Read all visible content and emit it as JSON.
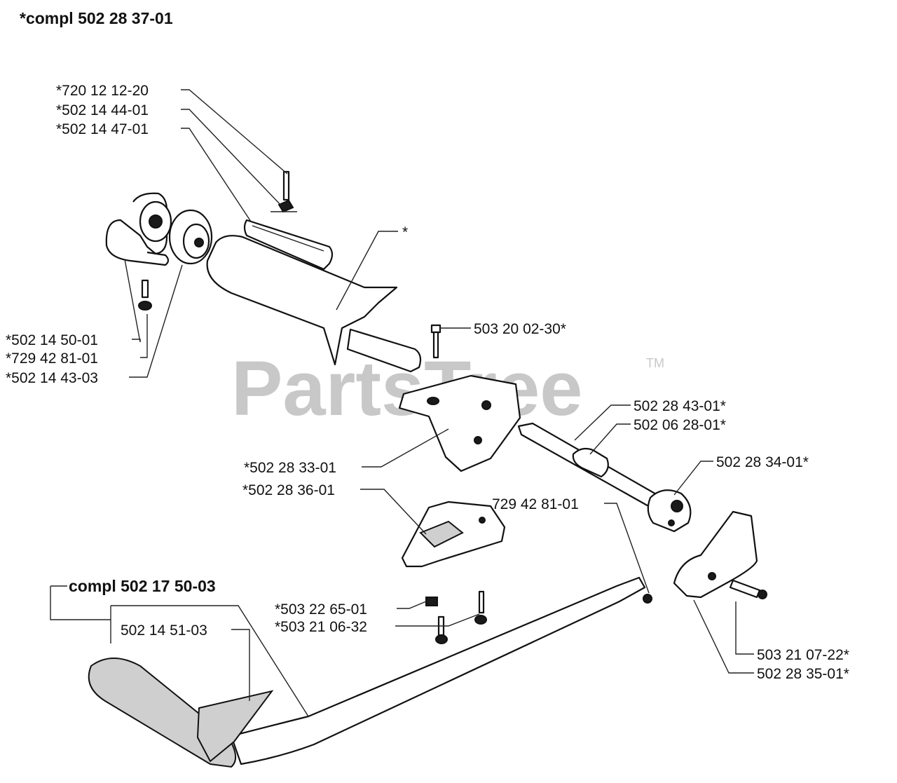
{
  "title": "*compl 502 28 37-01",
  "watermark": "PartsTree",
  "trademark": "TM",
  "group_label": "compl 502 17 50-03",
  "labels": {
    "p1": "*720 12 12-20",
    "p2": "*502 14 44-01",
    "p3": "*502 14 47-01",
    "star": "*",
    "p4": "*502 14 50-01",
    "p5": "*729 42 81-01",
    "p6": "*502 14 43-03",
    "p7": "503 20 02-30*",
    "p8": "502 28 43-01*",
    "p9": "502 06 28-01*",
    "p10": "*502 28 33-01",
    "p11": "502 28 34-01*",
    "p12": "*502 28 36-01",
    "p13": "729 42 81-01",
    "p14": "*503 22 65-01",
    "p15": "*503 21 06-32",
    "p16": "502 14 51-03",
    "p17": "503 21 07-22*",
    "p18": "502 28 35-01*"
  }
}
